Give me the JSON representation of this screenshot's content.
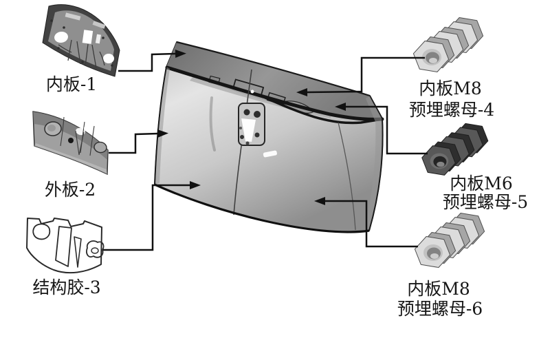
{
  "diagram": {
    "callouts_left": [
      {
        "id": "inner-panel",
        "label": "内板-1"
      },
      {
        "id": "outer-panel",
        "label": "外板-2"
      },
      {
        "id": "structural-adhesive",
        "label": "结构胶-3"
      }
    ],
    "callouts_right": [
      {
        "id": "nut-m8-4",
        "line1": "内板M8",
        "line2": "预埋螺母-4"
      },
      {
        "id": "nut-m6-5",
        "line1": "内板M6",
        "line2": "预埋螺母-5"
      },
      {
        "id": "nut-m8-6",
        "line1": "内板M8",
        "line2": "预埋螺母-6"
      }
    ],
    "colors": {
      "background": "#ffffff",
      "arrow": "#111111",
      "label_text": "#161616",
      "body_highlight": "#e4e4e4",
      "body_shadow": "#8e8e8e",
      "inner_strip": "#7a7a7a",
      "nut_light": "#dcdcdc",
      "nut_dark": "#585858",
      "adhesive_fill": "#ffffff",
      "outline": "#222222"
    }
  }
}
